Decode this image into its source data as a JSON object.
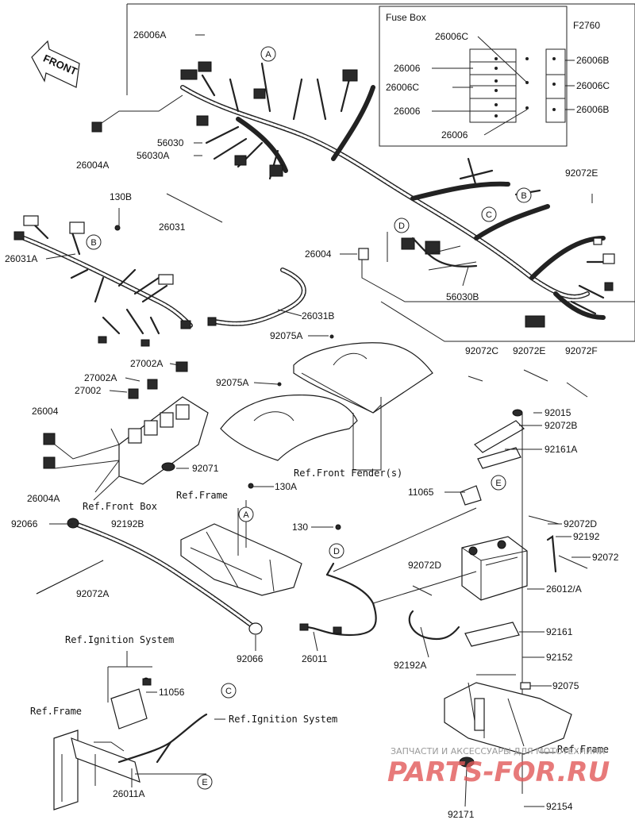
{
  "diagram": {
    "figure_id": "F2760",
    "fuse_box": {
      "title": "Fuse Box",
      "left_labels": [
        "26006C",
        "26006",
        "26006C",
        "26006",
        "26006"
      ],
      "right_labels": [
        "26006B",
        "26006C",
        "26006B"
      ]
    },
    "front_arrow": "FRONT",
    "callouts": [
      "A",
      "B",
      "B",
      "C",
      "D",
      "A",
      "D",
      "E",
      "C",
      "E"
    ],
    "part_labels": {
      "p26006A": "26006A",
      "p26004A_top": "26004A",
      "p56030": "56030",
      "p56030A": "56030A",
      "p130B": "130B",
      "p26031": "26031",
      "p26031A": "26031A",
      "p26004_mid": "26004",
      "p56030B": "56030B",
      "p92072E_top": "92072E",
      "p26031B": "26031B",
      "p92075A_top": "92075A",
      "p92075A_mid": "92075A",
      "p27002A_top": "27002A",
      "p27002A_mid": "27002A",
      "p27002": "27002",
      "p26004_left": "26004",
      "p26004A_left": "26004A",
      "p92071": "92071",
      "p92072C": "92072C",
      "p92072E_mid": "92072E",
      "p92072F": "92072F",
      "p92015": "92015",
      "p92072B": "92072B",
      "p92161A": "92161A",
      "p130A": "130A",
      "p11065": "11065",
      "p92066_left": "92066",
      "p92192B": "92192B",
      "p92072A": "92072A",
      "p130": "130",
      "p92072D_right": "92072D",
      "p92192": "92192",
      "p92072": "92072",
      "p92072D_mid": "92072D",
      "p26012A": "26012/A",
      "p92161": "92161",
      "p92152": "92152",
      "p92192A": "92192A",
      "p26011": "26011",
      "p92066_bottom": "92066",
      "p11056": "11056",
      "p92075": "92075",
      "p26011A": "26011A",
      "p92171": "92171",
      "p92154": "92154"
    },
    "ref_labels": {
      "front_fender": "Ref.Front Fender(s)",
      "front_box": "Ref.Front Box",
      "frame_mid": "Ref.Frame",
      "ignition_top": "Ref.Ignition System",
      "ignition_right": "Ref.Ignition System",
      "frame_left": "Ref.Frame",
      "frame_right": "Ref.Frame"
    },
    "watermark": {
      "line1": "ЗАПЧАСТИ И АКСЕССУАРЫ ДЛЯ МОТОТЕХНИКИ",
      "line2": "PARTS-FOR.RU"
    }
  }
}
